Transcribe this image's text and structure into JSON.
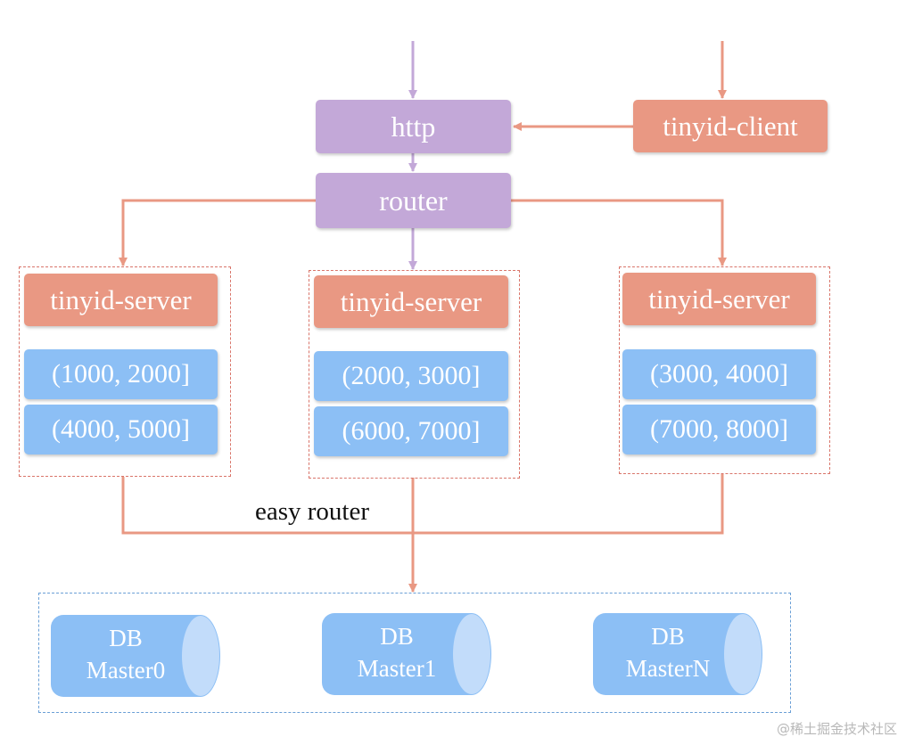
{
  "nodes": {
    "http": "http",
    "client": "tinyid-client",
    "router": "router"
  },
  "servers": [
    {
      "label": "tinyid-server",
      "ranges": [
        "(1000, 2000]",
        "(4000, 5000]"
      ]
    },
    {
      "label": "tinyid-server",
      "ranges": [
        "(2000, 3000]",
        "(6000, 7000]"
      ]
    },
    {
      "label": "tinyid-server",
      "ranges": [
        "(3000, 4000]",
        "(7000, 8000]"
      ]
    }
  ],
  "edge_label": "easy router",
  "databases": [
    {
      "line1": "DB",
      "line2": "Master0"
    },
    {
      "line1": "DB",
      "line2": "Master1"
    },
    {
      "line1": "DB",
      "line2": "MasterN"
    }
  ],
  "watermark": "@稀土掘金技术社区",
  "colors": {
    "purple": "#c3a8d8",
    "salmon": "#e99883",
    "blue": "#8cbff5",
    "connector": "#e99883",
    "purple_connector": "#c3a8d8"
  }
}
